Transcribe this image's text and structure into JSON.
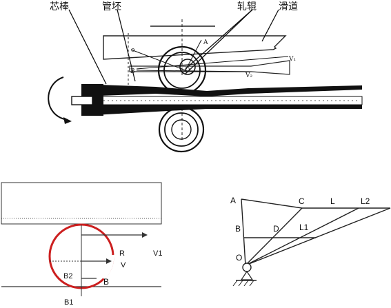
{
  "top_figure": {
    "labels": {
      "mandrel": "芯棒",
      "tube_blank": "管坯",
      "roll": "轧辊",
      "slide": "滑道"
    },
    "marks": {
      "a": "A",
      "o": "o",
      "b": "B",
      "center": "O",
      "v1": "V₁",
      "v2": "V₂"
    }
  },
  "bottom_left_figure": {
    "labels": {
      "r": "R",
      "v": "V",
      "v1": "V1",
      "b2": "B2",
      "b": "B",
      "b1": "B1"
    },
    "colors": {
      "roll_circle": "#cc1f1f"
    }
  },
  "bottom_right_figure": {
    "labels": {
      "a": "A",
      "b": "B",
      "o": "O",
      "c": "C",
      "d": "D",
      "l": "L",
      "l1": "L1",
      "l2": "L2"
    }
  }
}
